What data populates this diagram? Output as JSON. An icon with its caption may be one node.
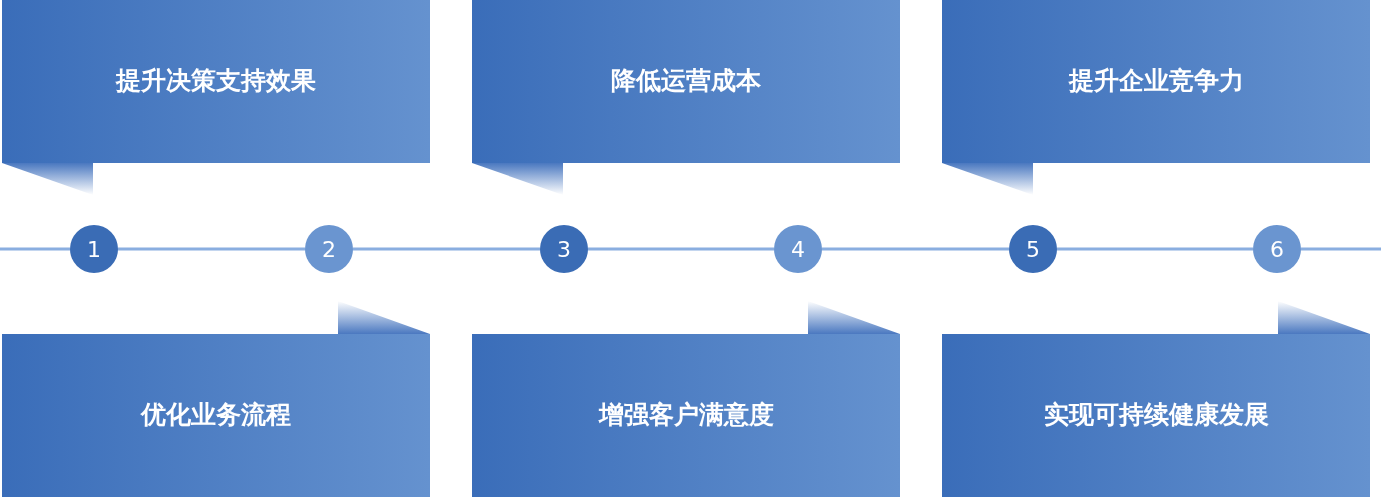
{
  "diagram": {
    "nodes": [
      {
        "text": [
          "提升决策支持效果"
        ]
      },
      {
        "text": [
          "降低运营成本"
        ]
      },
      {
        "text": [
          "提升企业竞争力"
        ]
      },
      {
        "text": [
          "1"
        ]
      },
      {
        "text": [
          "2"
        ]
      },
      {
        "text": [
          "3"
        ]
      },
      {
        "text": [
          "4"
        ]
      },
      {
        "text": [
          "5"
        ]
      },
      {
        "text": [
          "6"
        ]
      },
      {
        "text": [
          "优化业务流程"
        ]
      },
      {
        "text": [
          "增强客户满意度"
        ]
      },
      {
        "text": [
          "实现可持续健康发展"
        ]
      }
    ],
    "edges": [
      {
        "from": null,
        "to": 3,
        "arrow": "none"
      },
      {
        "from": 3,
        "to": 4,
        "arrow": "none"
      },
      {
        "from": 4,
        "to": 5,
        "arrow": "none"
      },
      {
        "from": 5,
        "to": 6,
        "arrow": "none"
      },
      {
        "from": 6,
        "to": 7,
        "arrow": "none"
      },
      {
        "from": 7,
        "to": 8,
        "arrow": "none"
      },
      {
        "from": 8,
        "to": null,
        "arrow": "none"
      }
    ]
  }
}
